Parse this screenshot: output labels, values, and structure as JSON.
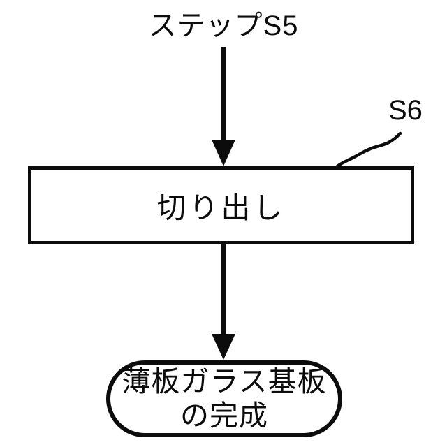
{
  "colors": {
    "background": "#ffffff",
    "ink": "#0c0c0c"
  },
  "icons": {
    "arrow_down": "↓",
    "leader_line": "curved reference line"
  },
  "flowchart": {
    "incoming_step_label": "ステップS5",
    "step_ref_label": "S6",
    "process_box": {
      "label": "切り出し"
    },
    "terminal": {
      "line1": "薄板ガラス基板",
      "line2": "の完成"
    }
  }
}
